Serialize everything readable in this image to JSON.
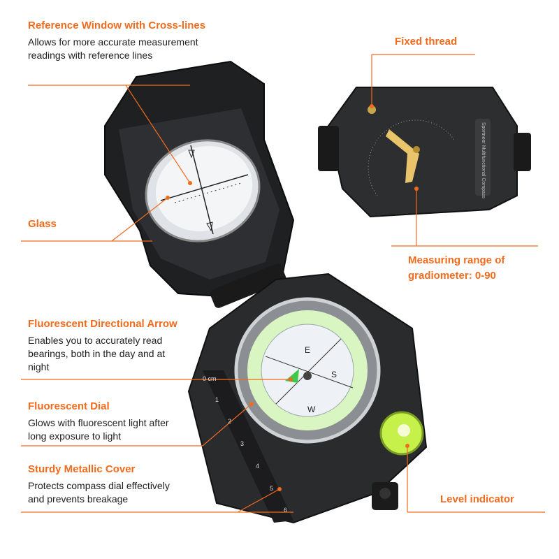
{
  "callouts": {
    "reference_window": {
      "title": "Reference Window with Cross-lines",
      "desc": "Allows for more accurate measurement readings with reference lines"
    },
    "fixed_thread": {
      "title": "Fixed thread"
    },
    "glass": {
      "title": "Glass"
    },
    "measuring_range": {
      "title": "Measuring range of gradiometer: 0-90"
    },
    "fluorescent_arrow": {
      "title": "Fluorescent Directional Arrow",
      "desc": "Enables you to accurately read bearings, both in the day and at night"
    },
    "fluorescent_dial": {
      "title": "Fluorescent Dial",
      "desc": "Glows with fluorescent light after long exposure to light"
    },
    "metallic_cover": {
      "title": "Sturdy Metallic Cover",
      "desc": "Protects compass dial effectively and prevents breakage"
    },
    "level_indicator": {
      "title": "Level indicator"
    }
  },
  "device_text": {
    "side_label": "Sportneer Multifunctional Compass",
    "ruler_unit": "0 cm",
    "ruler_numbers": [
      "1",
      "2",
      "3",
      "4",
      "5",
      "6"
    ],
    "dial_letters": [
      "E",
      "S",
      "W"
    ]
  },
  "colors": {
    "accent": "#f26b1d",
    "body": "#2a2b2d",
    "fluorescent": "#d9f5c2"
  }
}
